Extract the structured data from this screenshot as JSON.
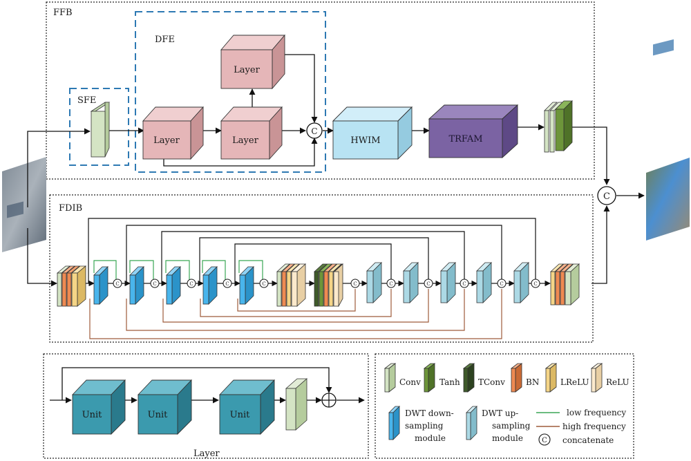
{
  "sections": {
    "ffb": "FFB",
    "dfe": "DFE",
    "sfe": "SFE",
    "fdib": "FDIB",
    "layer": "Layer"
  },
  "blocks": {
    "layer": "Layer",
    "hwim": "HWIM",
    "trfam": "TRFAM",
    "unit": "Unit"
  },
  "concat_symbol": "C",
  "legend": {
    "conv": "Conv",
    "tanh": "Tanh",
    "tconv": "TConv",
    "bn": "BN",
    "lrelu": "LReLU",
    "relu": "ReLU",
    "dwt_down": [
      "DWT down-",
      "sampling",
      "module"
    ],
    "dwt_up": [
      "DWT up-",
      "sampling",
      "module"
    ],
    "low_frequency": "low frequency",
    "high_frequency": "high frequency",
    "concatenate": "concatenate"
  },
  "colors": {
    "layer_cube": "#e5b6b8",
    "hwim": "#b8e3f3",
    "trfam": "#7b63a3",
    "unit": "#3b9aae",
    "conv": "#d4e4c4",
    "tanh": "#6d953a",
    "tconv": "#3f5a2a",
    "bn": "#ee8a52",
    "lrelu": "#f5d587",
    "relu": "#fbe9cc",
    "dwt_down": "#49b5ec",
    "dwt_up": "#acd9e5",
    "low_frequency_line": "#3aa655",
    "high_frequency_line": "#9e5b3a",
    "dashed_box": "#2d79b3"
  }
}
